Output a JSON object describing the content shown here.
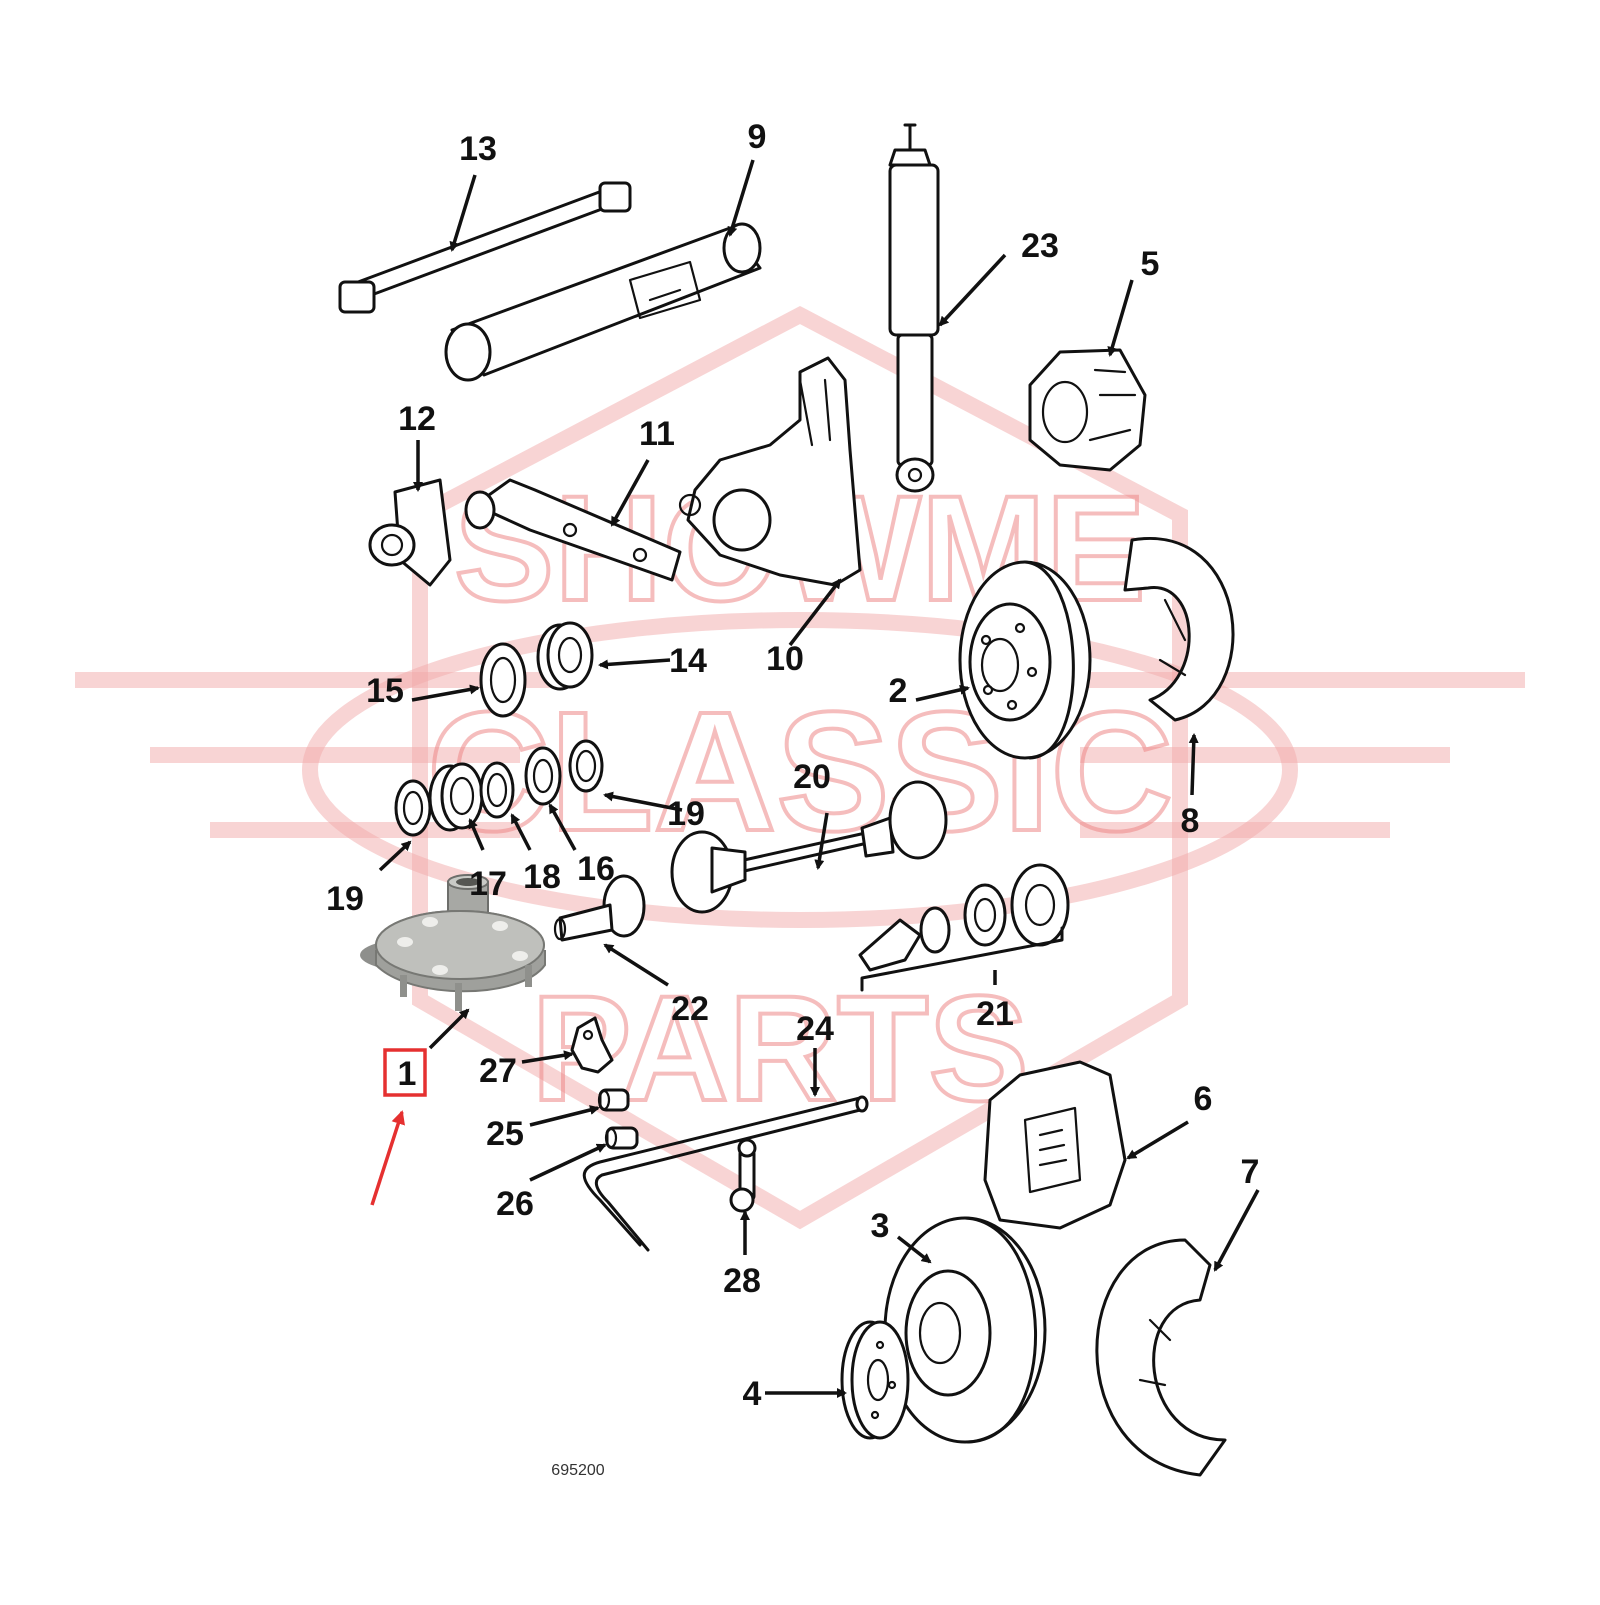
{
  "diagram": {
    "drawing_code": "695200",
    "watermark": {
      "line1": "SHOWME",
      "line2": "CLASSIC",
      "line3": "PARTS"
    },
    "highlight_color": "#e53030",
    "highlighted_label": "1",
    "callouts": [
      {
        "id": "1",
        "part": "hub-1"
      },
      {
        "id": "2",
        "part": "rotor-2"
      },
      {
        "id": "3",
        "part": "rotor-3"
      },
      {
        "id": "4",
        "part": "hub-disc-4"
      },
      {
        "id": "5",
        "part": "caliper-5"
      },
      {
        "id": "6",
        "part": "caliper-6"
      },
      {
        "id": "7",
        "part": "dust-shield-7"
      },
      {
        "id": "8",
        "part": "dust-shield-8"
      },
      {
        "id": "9",
        "part": "torsion-tube-9"
      },
      {
        "id": "10",
        "part": "trailing-arm-10"
      },
      {
        "id": "11",
        "part": "spring-plate-11"
      },
      {
        "id": "12",
        "part": "mount-12"
      },
      {
        "id": "13",
        "part": "torsion-bar-13"
      },
      {
        "id": "14",
        "part": "bearing-14"
      },
      {
        "id": "15",
        "part": "seal-15"
      },
      {
        "id": "16",
        "part": "ring-16"
      },
      {
        "id": "17",
        "part": "bearing-17"
      },
      {
        "id": "18",
        "part": "ring-18"
      },
      {
        "id": "19",
        "part": "seal-19a"
      },
      {
        "id": "19",
        "part": "seal-19b"
      },
      {
        "id": "20",
        "part": "axle-20"
      },
      {
        "id": "21",
        "part": "cv-kit-21"
      },
      {
        "id": "22",
        "part": "stub-axle-22"
      },
      {
        "id": "23",
        "part": "shock-23"
      },
      {
        "id": "24",
        "part": "sway-bar-24"
      },
      {
        "id": "25",
        "part": "bushing-25"
      },
      {
        "id": "26",
        "part": "bushing-26"
      },
      {
        "id": "27",
        "part": "bracket-27"
      },
      {
        "id": "28",
        "part": "end-link-28"
      }
    ]
  }
}
